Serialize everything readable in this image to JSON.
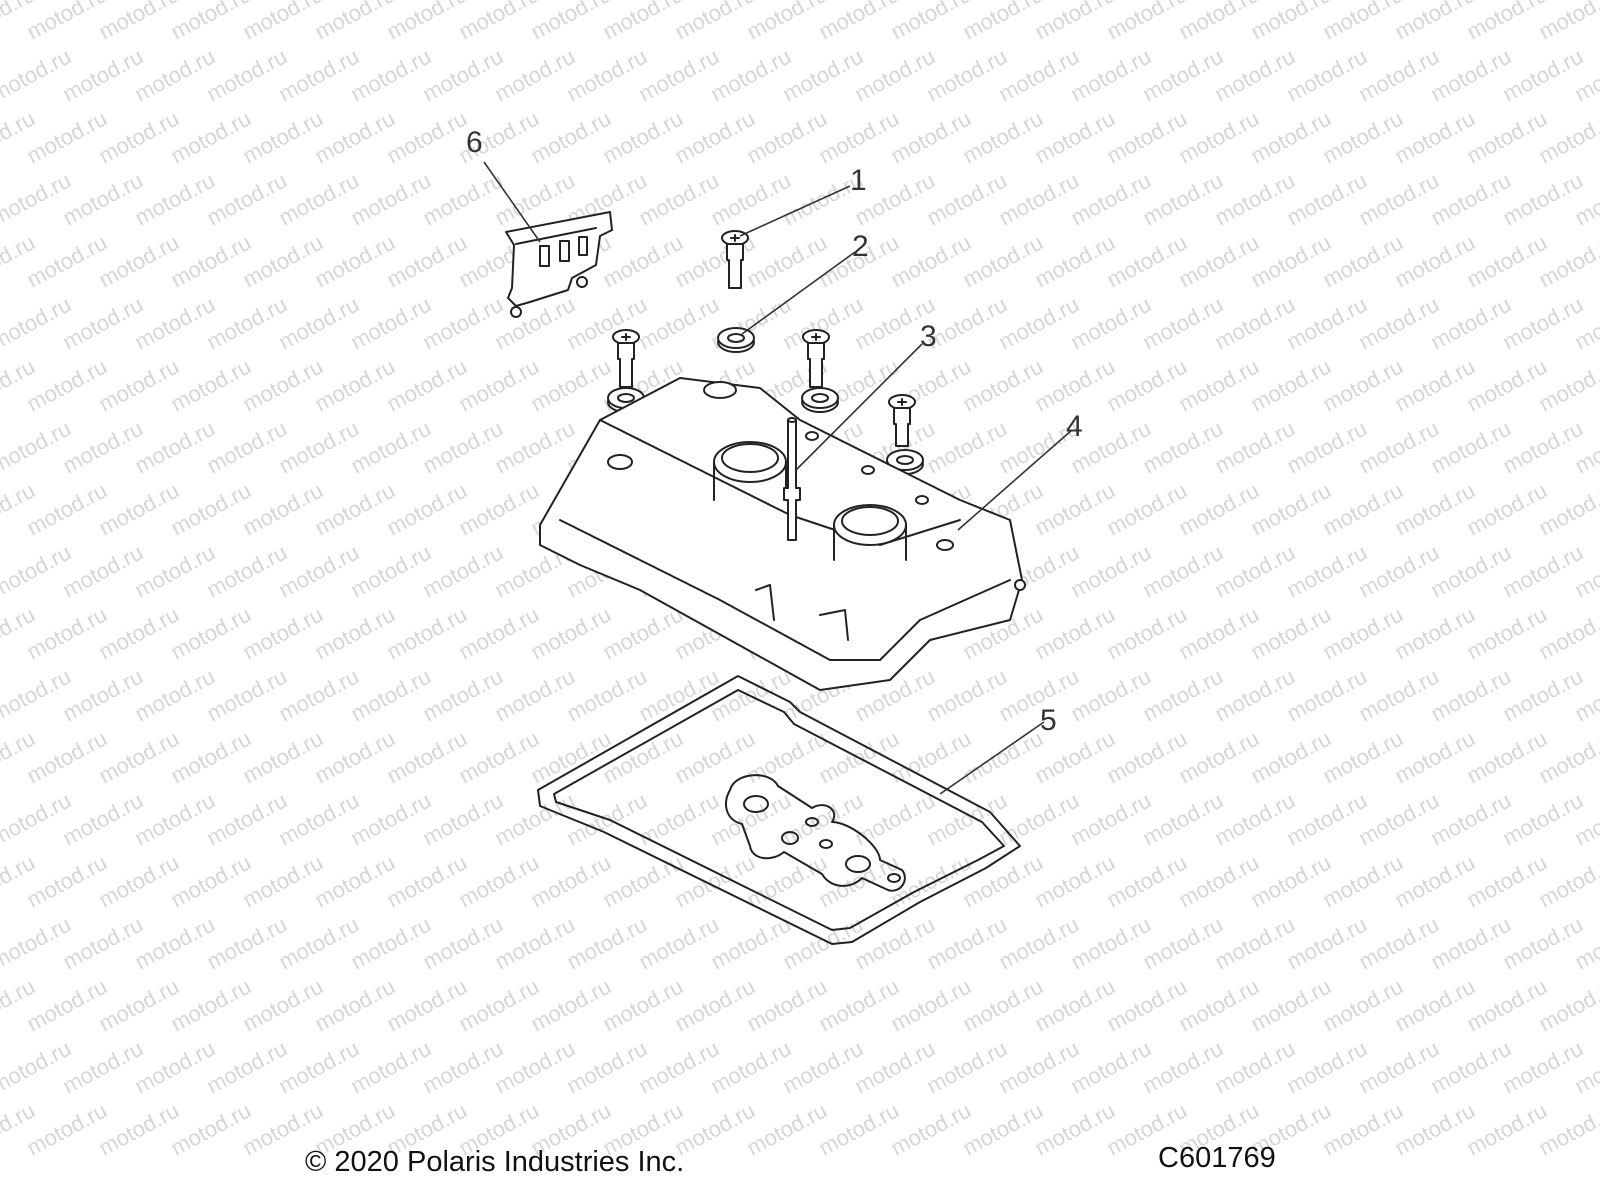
{
  "watermark": {
    "text": "motod.ru",
    "color": "#d6d6d6"
  },
  "callouts": [
    {
      "id": "1",
      "label": "1"
    },
    {
      "id": "2",
      "label": "2"
    },
    {
      "id": "3",
      "label": "3"
    },
    {
      "id": "4",
      "label": "4"
    },
    {
      "id": "5",
      "label": "5"
    },
    {
      "id": "6",
      "label": "6"
    }
  ],
  "footer": {
    "copyright": "© 2020 Polaris Industries Inc.",
    "diagram_code": "C601769"
  }
}
